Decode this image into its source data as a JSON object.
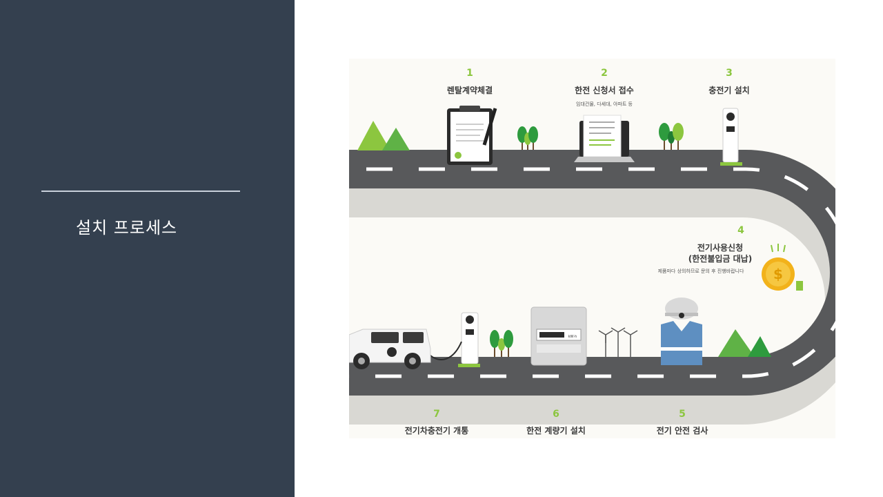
{
  "slide": {
    "title": "설치 프로세스"
  },
  "steps": [
    {
      "num": "1",
      "label": "렌탈계약체결",
      "sub": ""
    },
    {
      "num": "2",
      "label": "한전 신청서 접수",
      "sub": "임대건물, 다세대, 아파트 등"
    },
    {
      "num": "3",
      "label": "충전기 설치",
      "sub": ""
    },
    {
      "num": "4",
      "label": "전기사용신청",
      "label2": "(한전불입금 대납)",
      "sub": "제품마다 상의하므로 문의 후 진행바랍니다"
    },
    {
      "num": "5",
      "label": "전기 안전 검사",
      "sub": ""
    },
    {
      "num": "6",
      "label": "한전 계량기 설치",
      "sub": ""
    },
    {
      "num": "7",
      "label": "전기차충전기 개통",
      "sub": ""
    }
  ],
  "meter": {
    "unit": "kW·h"
  },
  "colors": {
    "sidebar": "#34404f",
    "road": "#58595b",
    "accent": "#8cc63f",
    "tree": "#2e9b3e"
  }
}
